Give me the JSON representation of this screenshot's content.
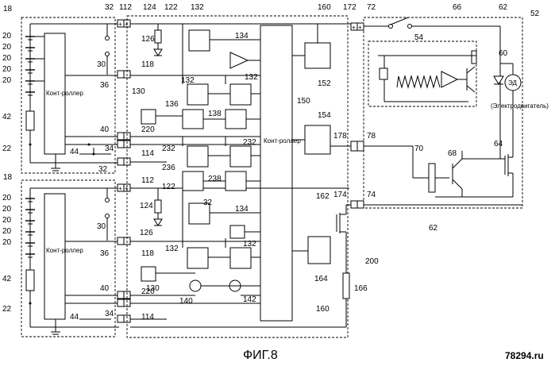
{
  "figure": {
    "caption": "ФИГ.8",
    "watermark": "78294.ru"
  },
  "controllers": {
    "pack_controller": "Конт-роллер",
    "main_controller": "Конт-роллер"
  },
  "motor": {
    "symbol": "ЭД",
    "label": "(Электродвигатель)"
  },
  "refs": {
    "r18": "18",
    "r20": "20",
    "r42": "42",
    "r22": "22",
    "r44": "44",
    "r34": "34",
    "r32": "32",
    "r112": "112",
    "r124": "124",
    "r122": "122",
    "r126": "126",
    "r30": "30",
    "r118": "118",
    "r36": "36",
    "r132": "132",
    "r134": "134",
    "r130": "130",
    "r136": "136",
    "r138": "138",
    "r40": "40",
    "r220": "220",
    "r114": "114",
    "r232": "232",
    "r236": "236",
    "r238": "238",
    "r140": "140",
    "r142": "142",
    "r150": "150",
    "r152": "152",
    "r154": "154",
    "r160": "160",
    "r162": "162",
    "r164": "164",
    "r166": "166",
    "r200": "200",
    "r172": "172",
    "r72": "72",
    "r174": "174",
    "r74": "74",
    "r178": "178",
    "r78": "78",
    "r52": "52",
    "r54": "54",
    "r60": "60",
    "r62": "62",
    "r64": "64",
    "r66": "66",
    "r68": "68",
    "r70": "70"
  }
}
